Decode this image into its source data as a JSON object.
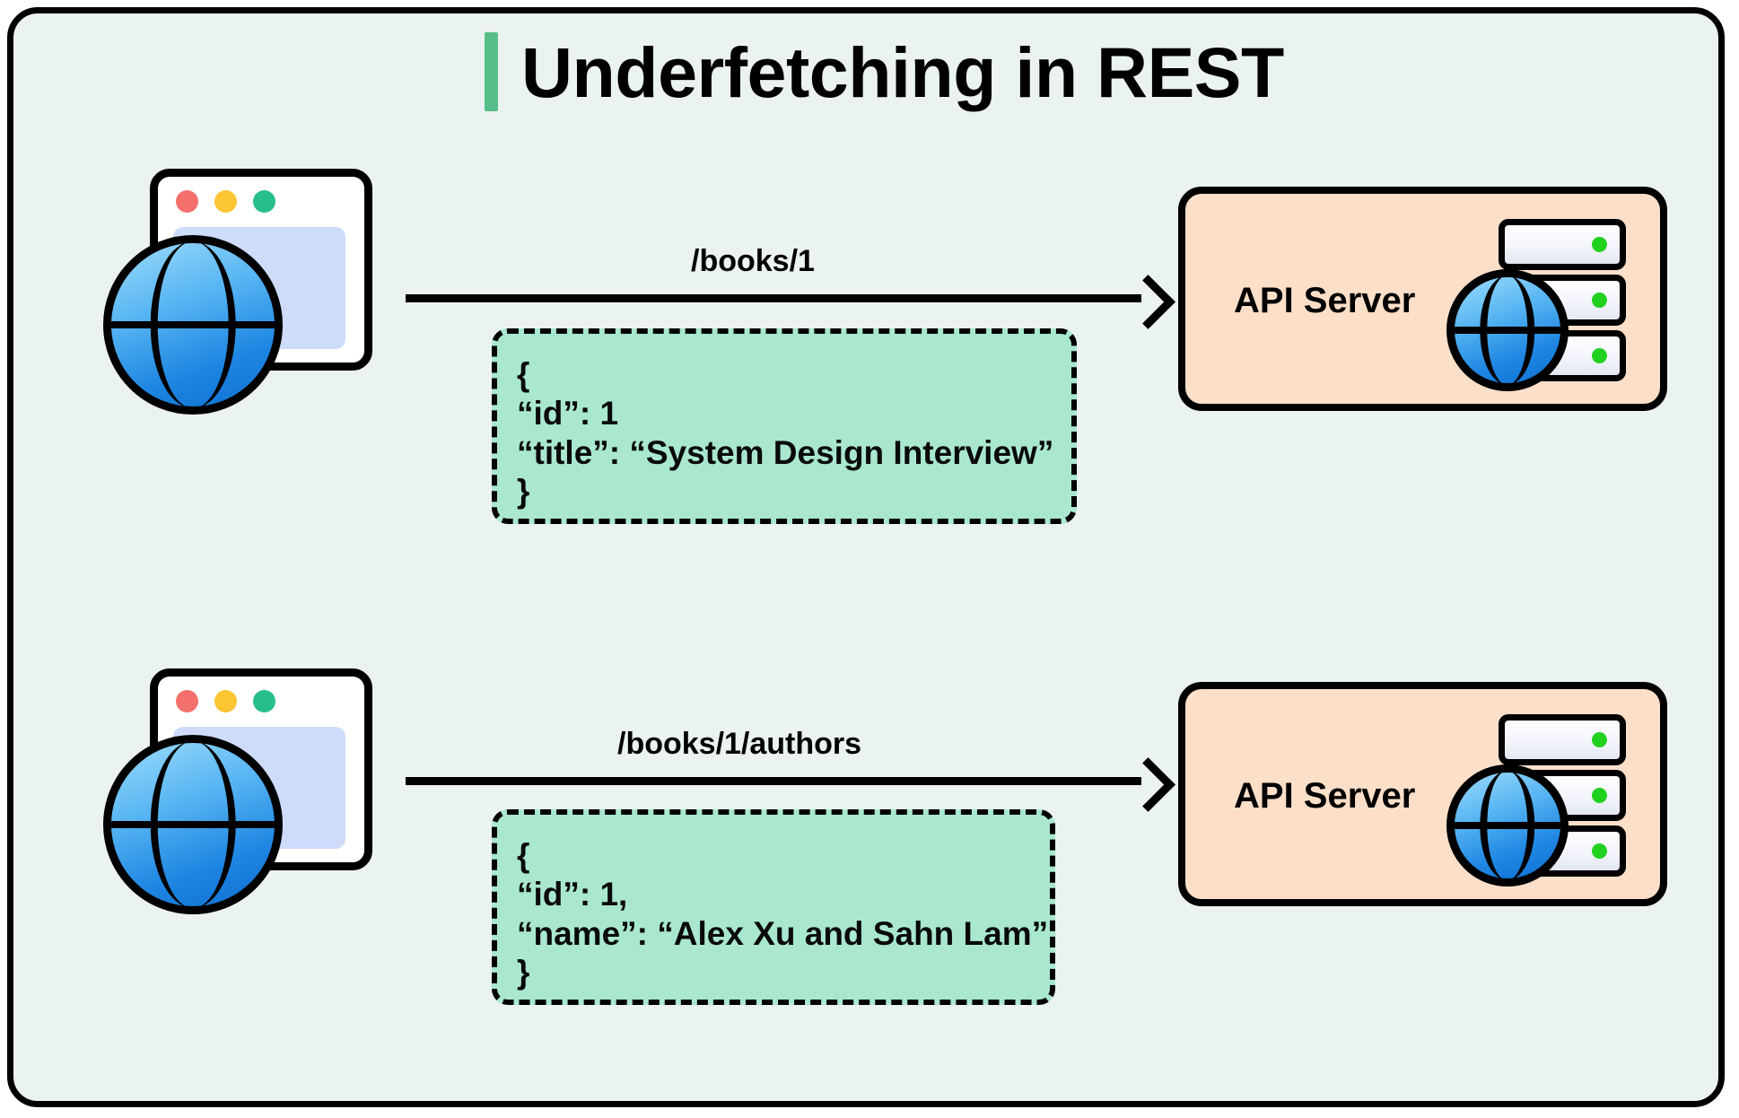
{
  "diagram": {
    "title": "Underfetching in REST",
    "accent_color": "#57BE8A",
    "background_color": "#EAF3EF",
    "border_color": "#000000",
    "server_box_color": "#FBDFC9",
    "response_box_color": "#A9E8CE"
  },
  "rows": [
    {
      "client": {
        "icon": "browser-globe-icon",
        "window_dots": [
          "red",
          "yellow",
          "green"
        ]
      },
      "request": {
        "label": "/books/1",
        "arrow": "right-arrow-icon"
      },
      "response": {
        "lines": [
          "{",
          "“id”: 1",
          "“title”: “System Design Interview”",
          "}"
        ]
      },
      "server": {
        "label": "API Server",
        "icon": "server-rack-globe-icon",
        "led_count": 3
      }
    },
    {
      "client": {
        "icon": "browser-globe-icon",
        "window_dots": [
          "red",
          "yellow",
          "green"
        ]
      },
      "request": {
        "label": "/books/1/authors",
        "arrow": "right-arrow-icon"
      },
      "response": {
        "lines": [
          "{",
          "“id”: 1,",
          "“name”: “Alex Xu and Sahn Lam”",
          "}"
        ]
      },
      "server": {
        "label": "API Server",
        "icon": "server-rack-globe-icon",
        "led_count": 3
      }
    }
  ]
}
